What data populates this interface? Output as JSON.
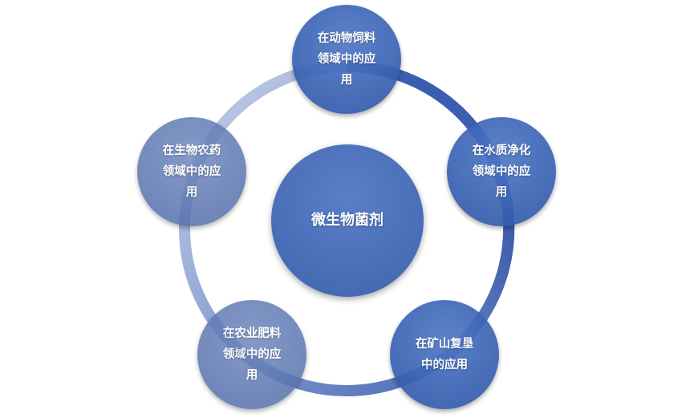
{
  "center": {
    "label": "微生物菌剂"
  },
  "nodes": [
    {
      "label": "在动物饲料\n领域中的应\n用"
    },
    {
      "label": "在水质净化\n领域中的应\n用"
    },
    {
      "label": "在矿山复垦\n中的应用"
    },
    {
      "label": "在农业肥料\n领域中的应\n用"
    },
    {
      "label": "在生物农药\n领域中的应\n用"
    }
  ],
  "colors": {
    "ring_dark": "#3f63b3",
    "ring_light": "#c3cde6",
    "node": "#3a62b3",
    "center": "#4a6fb9"
  }
}
